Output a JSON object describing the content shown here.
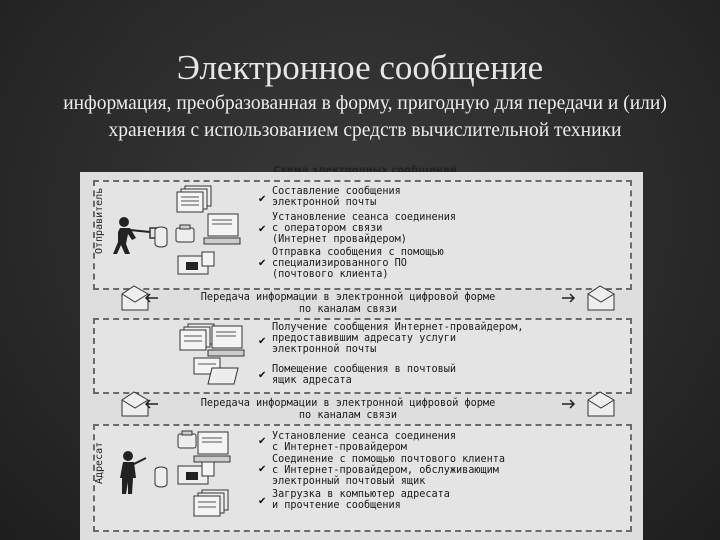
{
  "slide": {
    "title": "Электронное сообщение",
    "subtitle": "информация, преобразованная в форму, пригодную для передачи и (или) хранения с использованием средств вычислительной техники"
  },
  "scheme": {
    "title": "Схема электронных сообщений",
    "sender_label": "Отправитель",
    "recipient_label": "Адресат",
    "sender_steps": [
      "Составление сообщения\nэлектронной почты",
      "Установление сеанса соединения\nс оператором связи\n(Интернет провайдером)",
      "Отправка сообщения с помощью\nспециализированного ПО\n(почтового клиента)"
    ],
    "transfer_1": "Передача информации в электронной цифровой форме\nпо каналам связи",
    "provider_steps": [
      "Получение сообщения Интернет-провайдером,\nпредоставившим адресату услуги\nэлектронной почты",
      "Помещение сообщения в почтовый\nящик адресата"
    ],
    "transfer_2": "Передача информации в электронной цифровой форме\nпо каналам связи",
    "recipient_steps": [
      "Установление сеанса соединения\nс Интернет-провайдером",
      "Соединение с помощью почтового клиента\nс Интернет-провайдером, обслуживающим\nэлектронный почтовый ящик",
      "Загрузка в компьютер адресата\nи прочтение сообщения"
    ]
  }
}
